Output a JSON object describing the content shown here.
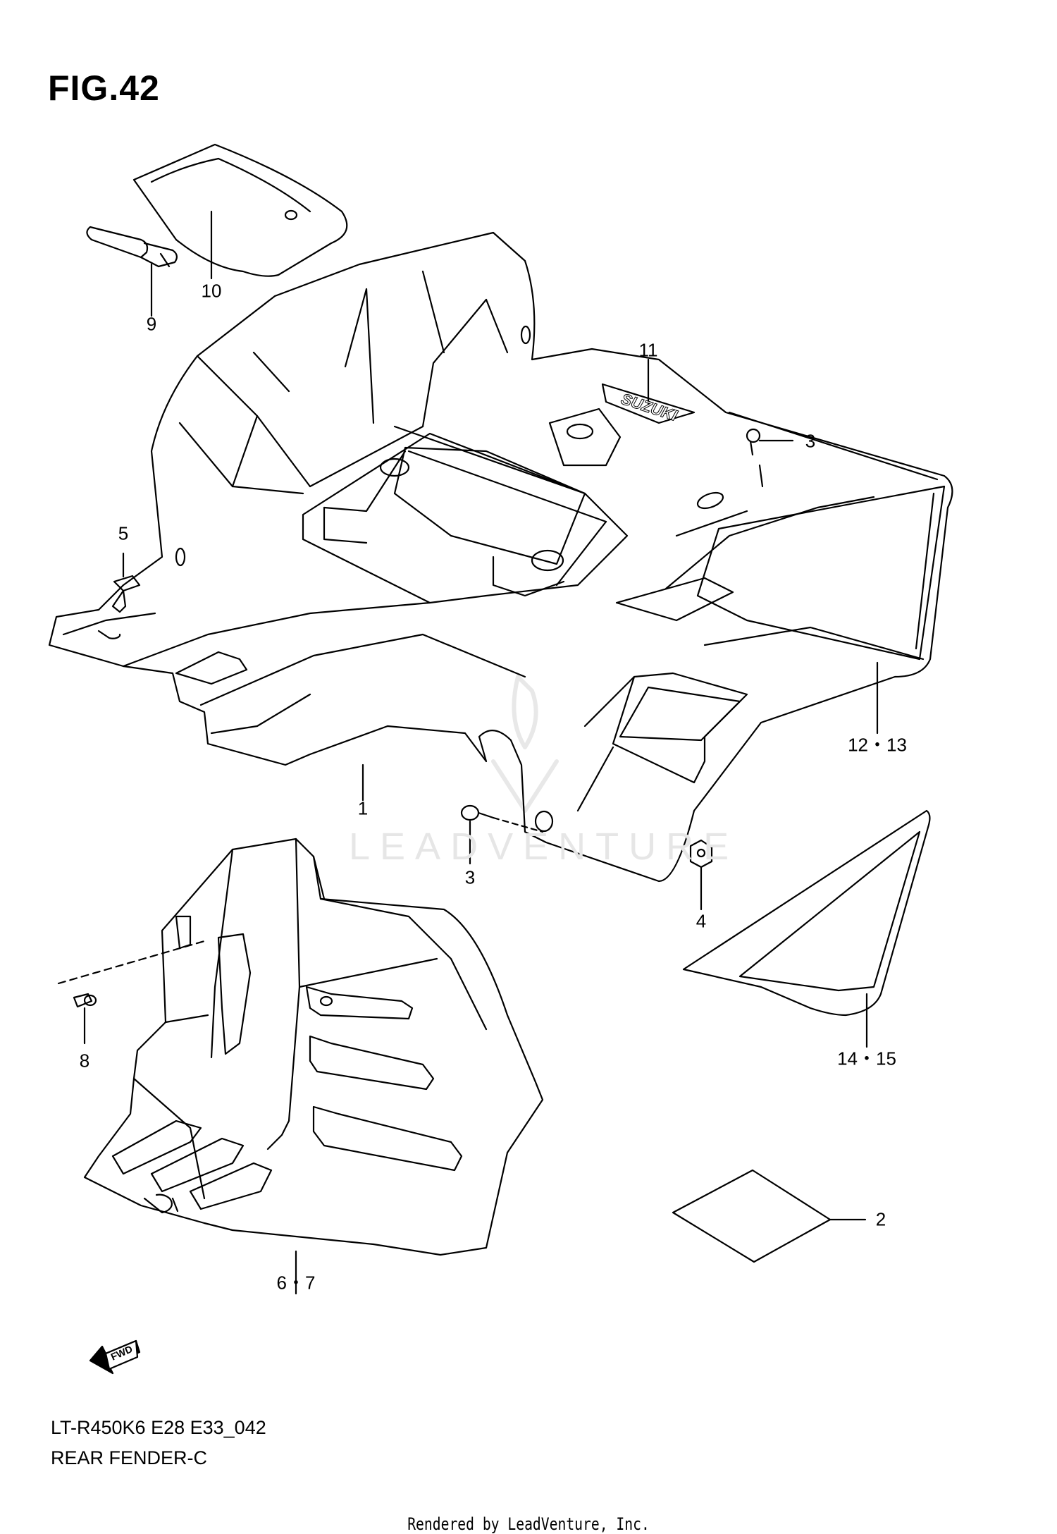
{
  "figure": {
    "title": "FIG.42",
    "model_code": "LT-R450K6 E28 E33_042",
    "section_name": "REAR FENDER-C"
  },
  "callouts": {
    "c1": "1",
    "c2": "2",
    "c3a": "3",
    "c3b": "3",
    "c4": "4",
    "c5": "5",
    "c67": "6・7",
    "c8": "8",
    "c9": "9",
    "c10": "10",
    "c11": "11",
    "c1213": "12・13",
    "c1415": "14・15"
  },
  "decals": {
    "fender_logo": "SUZUKI",
    "direction_arrow": "FWD"
  },
  "watermark": {
    "text": "LEADVENTURE"
  },
  "footer": {
    "rendered_by": "Rendered by LeadVenture, Inc."
  },
  "colors": {
    "line": "#000000",
    "background": "#ffffff",
    "watermark": "#e6e6e6"
  }
}
